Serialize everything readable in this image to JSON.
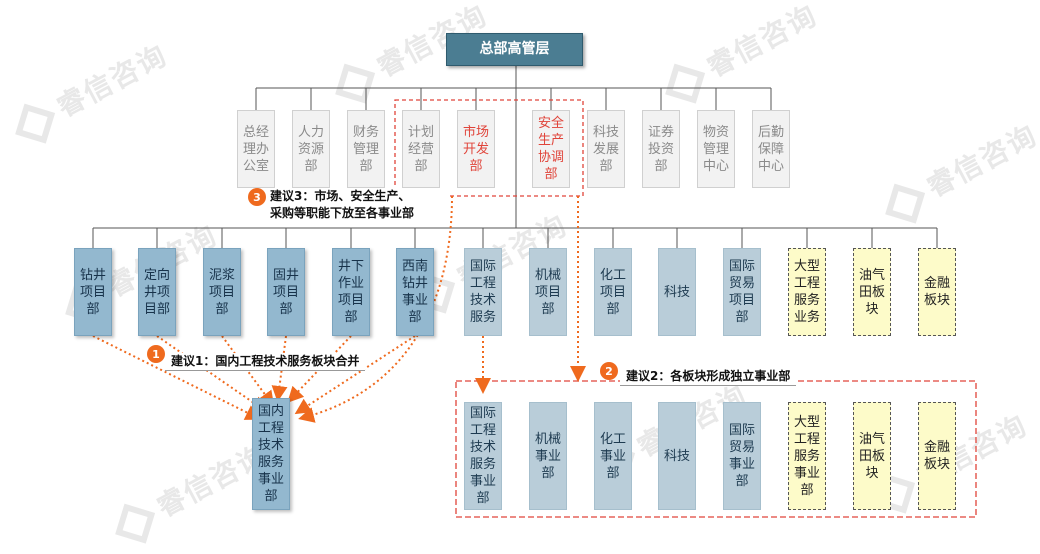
{
  "watermark": {
    "text": "睿信咨询"
  },
  "top": {
    "label": "总部高管层"
  },
  "hq_departments": [
    {
      "label": "总经\n理办\n公室",
      "highlight": false
    },
    {
      "label": "人力\n资源\n部",
      "highlight": false
    },
    {
      "label": "财务\n管理\n部",
      "highlight": false
    },
    {
      "label": "计划\n经营\n部",
      "highlight": false
    },
    {
      "label": "市场\n开发\n部",
      "highlight": true
    },
    {
      "label": "安全\n生产\n协调\n部",
      "highlight": true
    },
    {
      "label": "科技\n发展\n部",
      "highlight": false
    },
    {
      "label": "证券\n投资\n部",
      "highlight": false
    },
    {
      "label": "物资\n管理\n中心",
      "highlight": false
    },
    {
      "label": "后勤\n保障\n中心",
      "highlight": false
    }
  ],
  "units": [
    {
      "label": "钻井\n项目\n部",
      "style": "blue"
    },
    {
      "label": "定向\n井项\n目部",
      "style": "blue"
    },
    {
      "label": "泥浆\n项目\n部",
      "style": "blue"
    },
    {
      "label": "固井\n项目\n部",
      "style": "blue"
    },
    {
      "label": "井下\n作业\n项目\n部",
      "style": "blue"
    },
    {
      "label": "西南\n钻井\n事业\n部",
      "style": "blue"
    },
    {
      "label": "国际\n工程\n技术\n服务",
      "style": "light"
    },
    {
      "label": "机械\n项目\n部",
      "style": "light"
    },
    {
      "label": "化工\n项目\n部",
      "style": "light"
    },
    {
      "label": "科技",
      "style": "light"
    },
    {
      "label": "国际\n贸易\n项目\n部",
      "style": "light"
    },
    {
      "label": "大型\n工程\n服务\n业务",
      "style": "yellow"
    },
    {
      "label": "油气\n田板\n块",
      "style": "yellow"
    },
    {
      "label": "金融\n板块",
      "style": "yellow"
    }
  ],
  "merged_unit": {
    "label": "国内\n工程\n技术\n服务\n事业\n部"
  },
  "independent_units": [
    {
      "label": "国际\n工程\n技术\n服务\n事业\n部",
      "style": "light"
    },
    {
      "label": "机械\n事业\n部",
      "style": "light"
    },
    {
      "label": "化工\n事业\n部",
      "style": "light"
    },
    {
      "label": "科技",
      "style": "light"
    },
    {
      "label": "国际\n贸易\n事业\n部",
      "style": "light"
    },
    {
      "label": "大型\n工程\n服务\n事业\n部",
      "style": "yellow"
    },
    {
      "label": "油气\n田板\n块",
      "style": "yellow"
    },
    {
      "label": "金融\n板块",
      "style": "yellow"
    }
  ],
  "suggestions": [
    {
      "number": "1",
      "text": "建议1：国内工程技术服务板块合并"
    },
    {
      "number": "2",
      "text": "建议2：各板块形成独立事业部"
    },
    {
      "number": "3",
      "text": "建议3：市场、安全生产、\n采购等职能下放至各事业部"
    }
  ],
  "colors": {
    "accent": "#ef6a1e",
    "highlight_border": "#e0443a",
    "top_box": "#4b7d92",
    "unit_blue": "#93b8cf",
    "unit_light": "#b9cdd9",
    "unit_yellow": "#fdfbc9"
  }
}
